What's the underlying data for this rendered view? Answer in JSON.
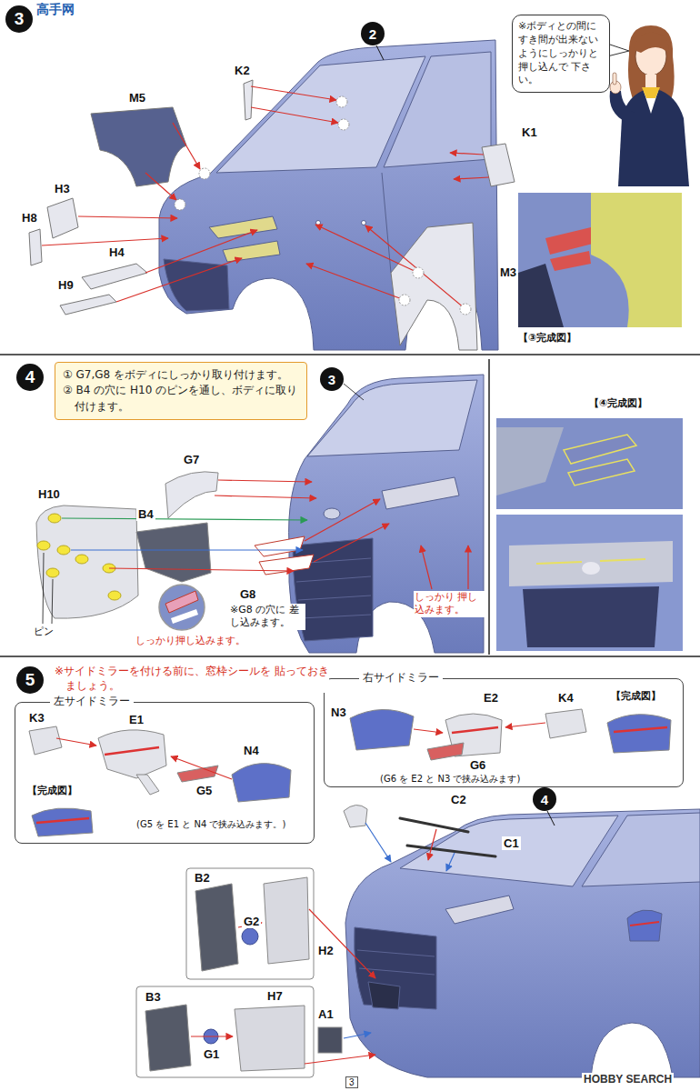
{
  "diagram": {
    "nodes": [
      {
        "text": [
          "3"
        ]
      },
      {
        "text": [
          "2"
        ]
      },
      {
        "text": [
          "※ボディとの間に すき間が出来ない ようにしっかりと 押し込んで 下さい。"
        ]
      },
      {
        "text": [
          "4"
        ]
      },
      {
        "text": [
          "① G7,G8 をボディにしっかり取り付けます。",
          "② B4 の穴に H10 のピンを通し、ボディに取り付けます。"
        ]
      },
      {
        "text": [
          "3"
        ]
      },
      {
        "text": [
          "5"
        ]
      },
      {
        "text": [
          "右サイドミラー"
        ]
      },
      {
        "text": [
          "左サイドミラー"
        ]
      },
      {
        "text": [
          "4"
        ]
      }
    ],
    "labels": [
      "高手网",
      "K2",
      "M5",
      "H3",
      "H8",
      "H4",
      "H9",
      "K1",
      "M3",
      "【③完成図】",
      "H10",
      "G7",
      "B4",
      "ピン",
      "しっかり押し込みます。",
      "G8",
      "※G8 の穴に 差し込みます。",
      "しっかり 押し込みます。",
      "【④完成図】",
      "※サイドミラーを付ける前に、窓枠シールを 貼っておきましょう。",
      "K3",
      "E1",
      "N4",
      "G5",
      "(G5 を E1 と N4 で挟み込みます。)",
      "【完成図】",
      "N3",
      "E2",
      "K4",
      "G6",
      "(G6 を E2 と N3 で挟み込みます)",
      "【完成図】",
      "C2",
      "C1",
      "B2",
      "G2",
      "H2",
      "B3",
      "H7",
      "G1",
      "A1",
      "3",
      "HOBBY SEARCH"
    ]
  }
}
